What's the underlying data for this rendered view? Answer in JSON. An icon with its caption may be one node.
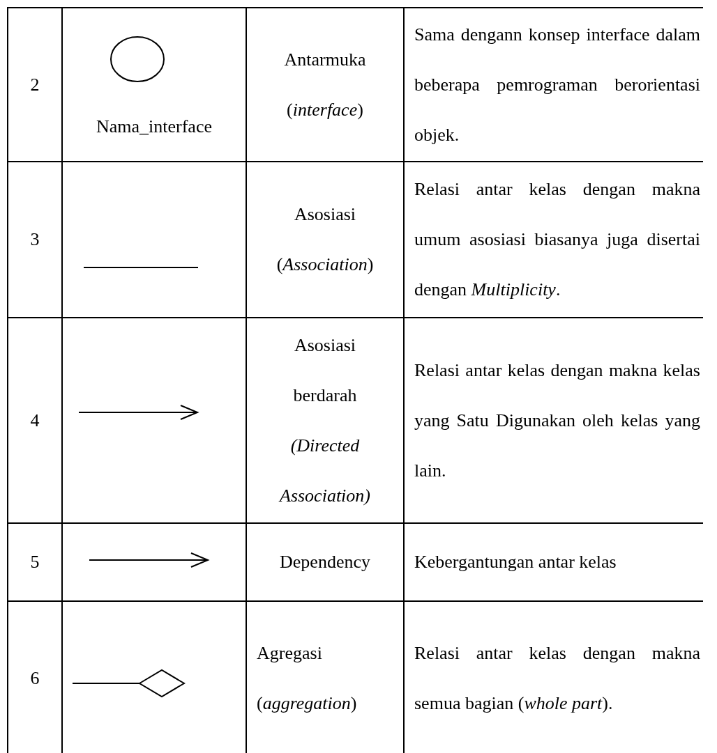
{
  "diagram": {
    "labels": [
      "2",
      "Nama_interface",
      "Antarmuka (*interface*)",
      "Sama dengann konsep interface dalam beberapa pemrograman berorientasi objek.",
      "3",
      "Asosiasi (*Association*)",
      "Relasi antar kelas dengan makna umum asosiasi biasanya juga disertai dengan *Multiplicity*.",
      "4",
      "Asosiasi berdarah *(Directed Association)*",
      "Relasi antar kelas dengan makna kelas yang Satu Digunakan oleh kelas yang lain.",
      "5",
      "Dependency",
      "Kebergantungan antar kelas",
      "6",
      "Agregasi (*aggregation*)",
      "Relasi antar kelas dengan makna semua bagian (*whole part*)."
    ]
  }
}
